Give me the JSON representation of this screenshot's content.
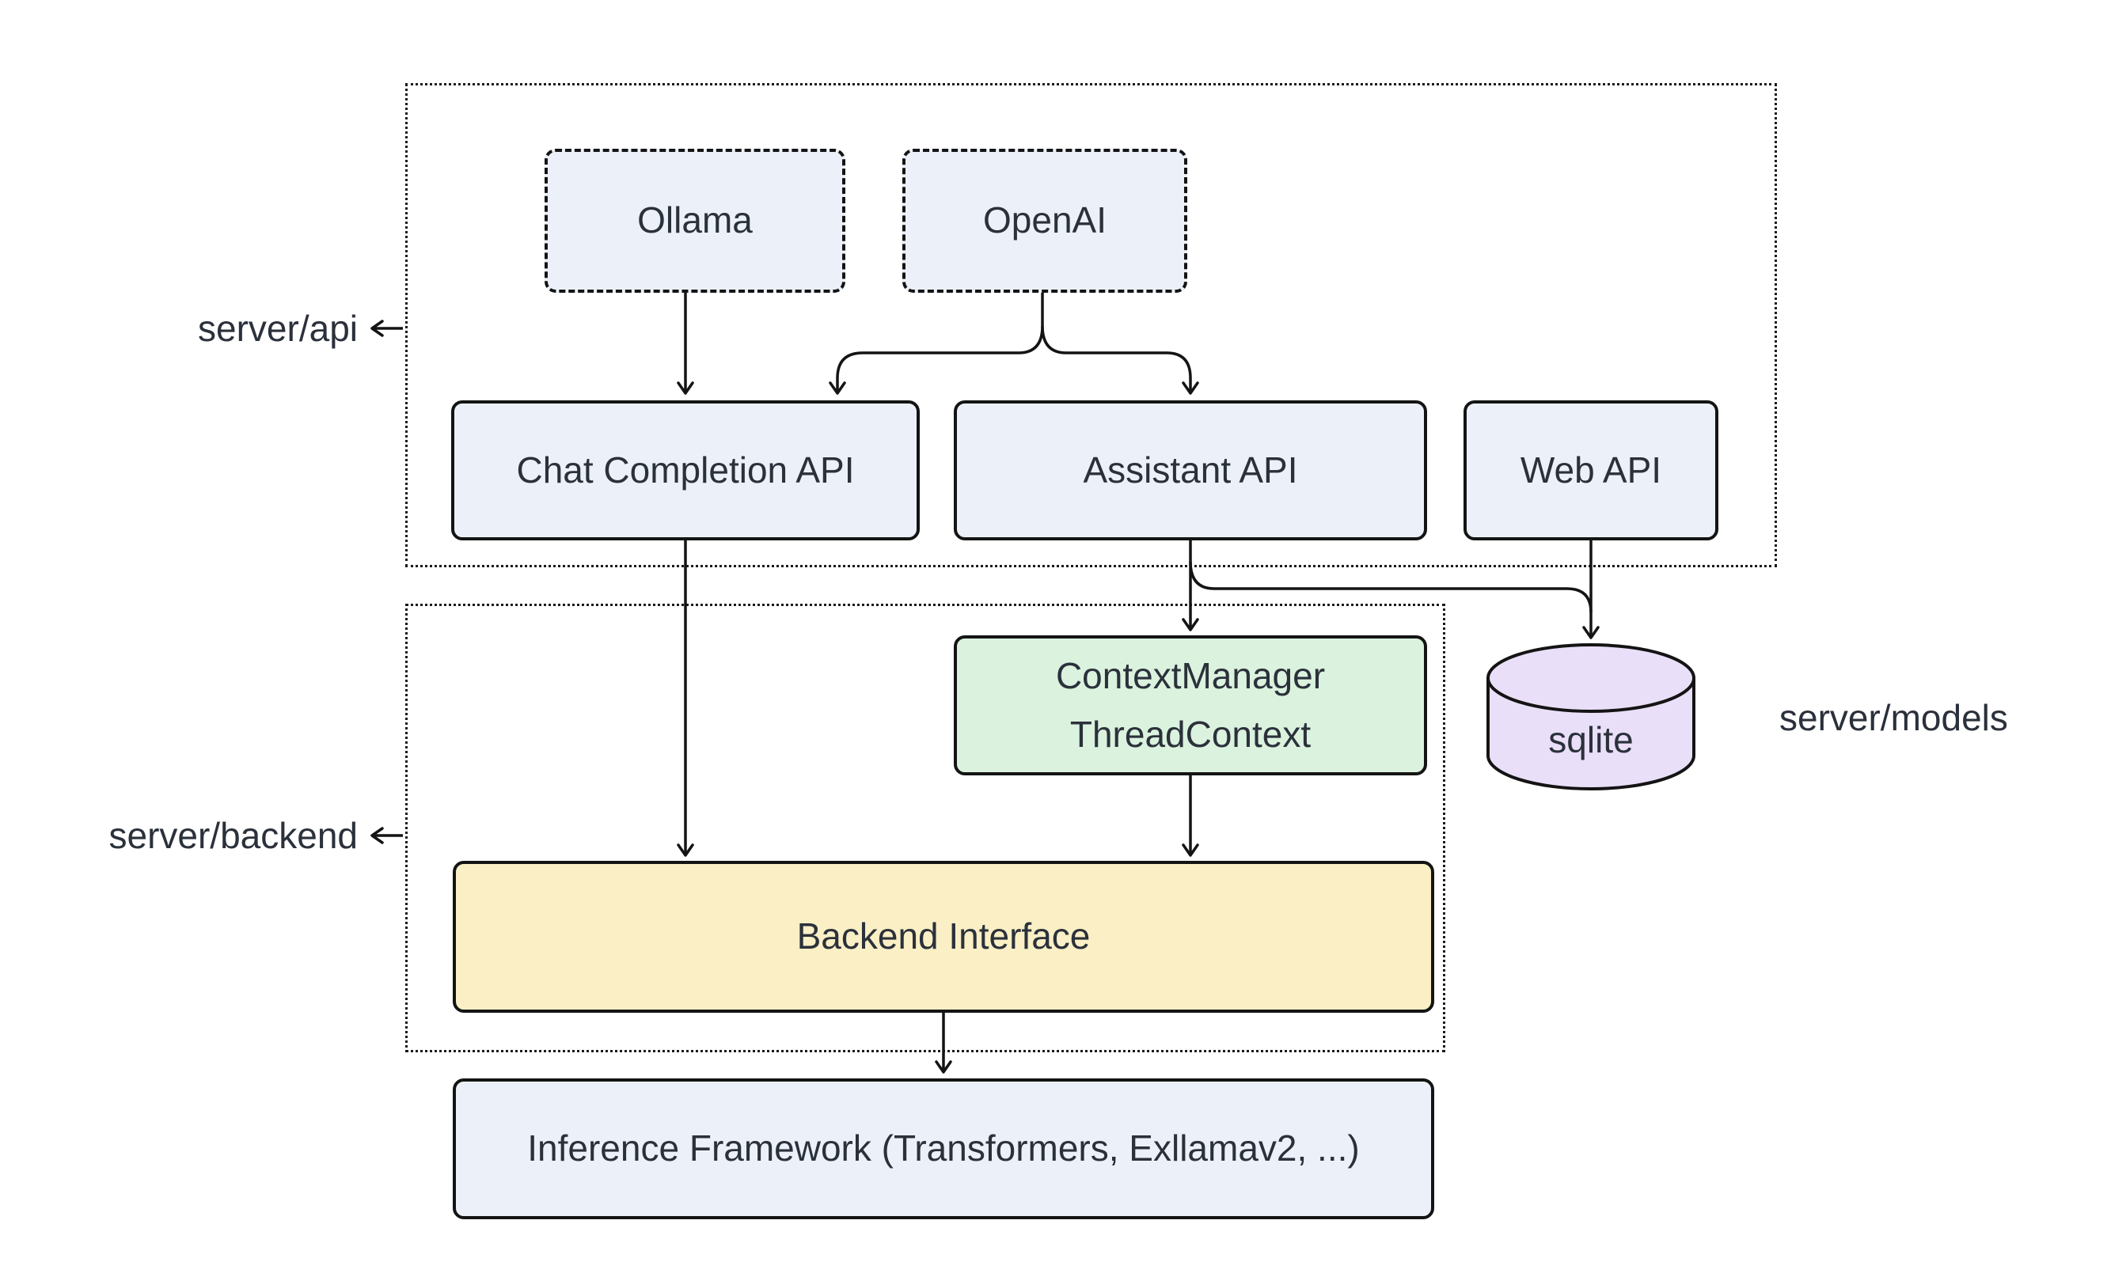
{
  "diagram": {
    "background": "#ffffff",
    "line_color": "#141414",
    "text_color": "#2b313b",
    "containers": {
      "api": {
        "label": "server/api"
      },
      "backend": {
        "label": "server/backend"
      },
      "models": {
        "label": "server/models"
      }
    },
    "nodes": {
      "ollama": {
        "label": "Ollama",
        "fill": "#ecf1f9",
        "shape": "dashed-box"
      },
      "openai": {
        "label": "OpenAI",
        "fill": "#ecf1f9",
        "shape": "dashed-box"
      },
      "chat_completion": {
        "label": "Chat Completion API",
        "fill": "#ecf1f9",
        "shape": "box"
      },
      "assistant": {
        "label": "Assistant API",
        "fill": "#ecf1f9",
        "shape": "box"
      },
      "web_api": {
        "label": "Web API",
        "fill": "#ecf1f9",
        "shape": "box"
      },
      "context_manager": {
        "label": "ContextManager\nThreadContext",
        "fill": "#dbf2de",
        "shape": "box"
      },
      "sqlite": {
        "label": "sqlite",
        "fill": "#eadff8",
        "shape": "cylinder"
      },
      "backend_interface": {
        "label": "Backend Interface",
        "fill": "#faefc5",
        "shape": "box"
      },
      "inference_framework": {
        "label": "Inference Framework (Transformers, Exllamav2, ...)",
        "fill": "#ecf1f9",
        "shape": "box"
      }
    },
    "edges": [
      {
        "from": "ollama",
        "to": "chat_completion"
      },
      {
        "from": "openai",
        "to": "chat_completion"
      },
      {
        "from": "openai",
        "to": "assistant"
      },
      {
        "from": "chat_completion",
        "to": "backend_interface"
      },
      {
        "from": "assistant",
        "to": "context_manager"
      },
      {
        "from": "assistant",
        "to": "sqlite"
      },
      {
        "from": "web_api",
        "to": "sqlite"
      },
      {
        "from": "context_manager",
        "to": "backend_interface"
      },
      {
        "from": "backend_interface",
        "to": "inference_framework"
      }
    ]
  }
}
